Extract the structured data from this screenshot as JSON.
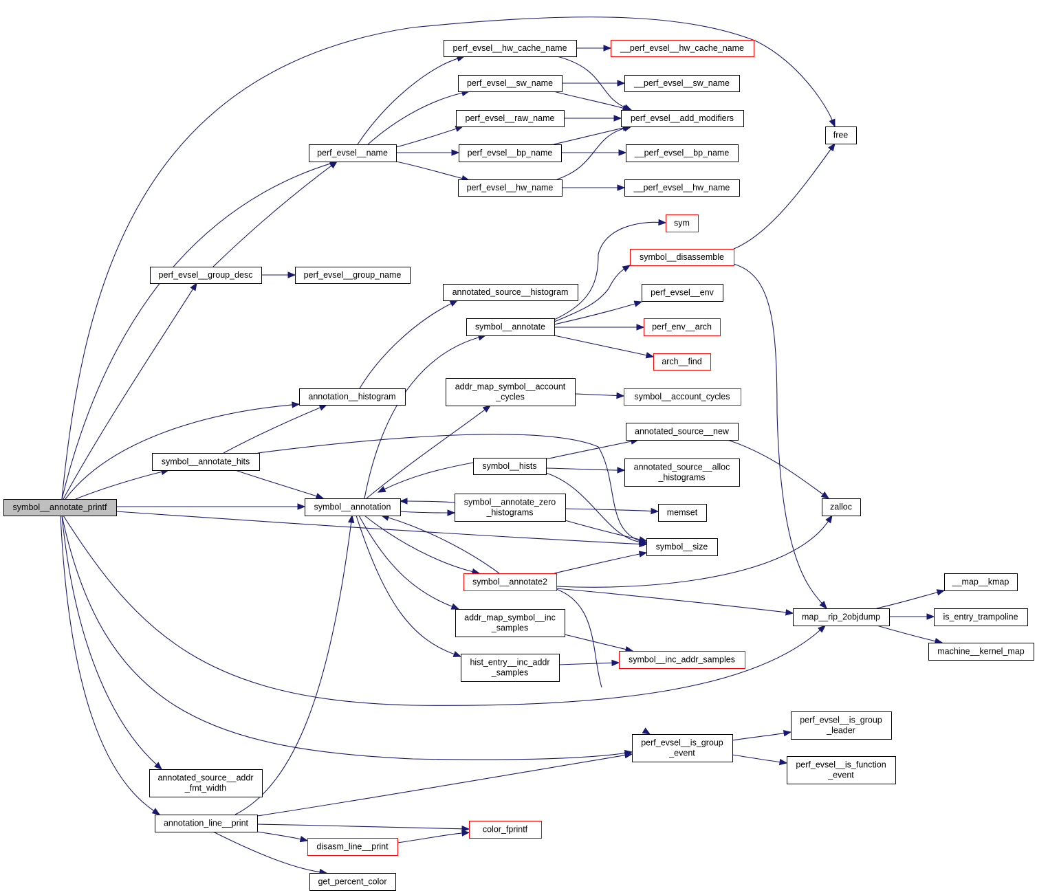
{
  "title": "symbol__annotate_printf call graph",
  "colors": {
    "edge": "#191970",
    "node_border": "#000000",
    "external_border": "#ff0000",
    "root_fill": "#bfbfbf",
    "node_fill": "#ffffff"
  },
  "nodes": [
    {
      "id": "symbol__annotate_printf",
      "lines": [
        "symbol__annotate_printf"
      ],
      "kind": "root"
    },
    {
      "id": "perf_evsel__hw_cache_name",
      "lines": [
        "perf_evsel__hw_cache_name"
      ],
      "kind": "normal"
    },
    {
      "id": "__perf_evsel__hw_cache_name",
      "lines": [
        "__perf_evsel__hw_cache_name"
      ],
      "kind": "external"
    },
    {
      "id": "perf_evsel__sw_name",
      "lines": [
        "perf_evsel__sw_name"
      ],
      "kind": "normal"
    },
    {
      "id": "__perf_evsel__sw_name",
      "lines": [
        "__perf_evsel__sw_name"
      ],
      "kind": "normal"
    },
    {
      "id": "perf_evsel__raw_name",
      "lines": [
        "perf_evsel__raw_name"
      ],
      "kind": "normal"
    },
    {
      "id": "perf_evsel__add_modifiers",
      "lines": [
        "perf_evsel__add_modifiers"
      ],
      "kind": "normal"
    },
    {
      "id": "perf_evsel__name",
      "lines": [
        "perf_evsel__name"
      ],
      "kind": "normal"
    },
    {
      "id": "perf_evsel__bp_name",
      "lines": [
        "perf_evsel__bp_name"
      ],
      "kind": "normal"
    },
    {
      "id": "__perf_evsel__bp_name",
      "lines": [
        "__perf_evsel__bp_name"
      ],
      "kind": "normal"
    },
    {
      "id": "perf_evsel__hw_name",
      "lines": [
        "perf_evsel__hw_name"
      ],
      "kind": "normal"
    },
    {
      "id": "__perf_evsel__hw_name",
      "lines": [
        "__perf_evsel__hw_name"
      ],
      "kind": "normal"
    },
    {
      "id": "free",
      "lines": [
        "free"
      ],
      "kind": "normal"
    },
    {
      "id": "sym",
      "lines": [
        "sym"
      ],
      "kind": "external"
    },
    {
      "id": "symbol__disassemble",
      "lines": [
        "symbol__disassemble"
      ],
      "kind": "external"
    },
    {
      "id": "perf_evsel__group_desc",
      "lines": [
        "perf_evsel__group_desc"
      ],
      "kind": "normal"
    },
    {
      "id": "perf_evsel__group_name",
      "lines": [
        "perf_evsel__group_name"
      ],
      "kind": "normal"
    },
    {
      "id": "annotated_source__histogram",
      "lines": [
        "annotated_source__histogram"
      ],
      "kind": "normal"
    },
    {
      "id": "perf_evsel__env",
      "lines": [
        "perf_evsel__env"
      ],
      "kind": "normal"
    },
    {
      "id": "symbol__annotate",
      "lines": [
        "symbol__annotate"
      ],
      "kind": "normal"
    },
    {
      "id": "perf_env__arch",
      "lines": [
        "perf_env__arch"
      ],
      "kind": "external"
    },
    {
      "id": "arch__find",
      "lines": [
        "arch__find"
      ],
      "kind": "external"
    },
    {
      "id": "addr_map_symbol__account_cycles",
      "lines": [
        "addr_map_symbol__account",
        "_cycles"
      ],
      "kind": "normal"
    },
    {
      "id": "symbol__account_cycles",
      "lines": [
        "symbol__account_cycles"
      ],
      "kind": "external"
    },
    {
      "id": "annotation__histogram",
      "lines": [
        "annotation__histogram"
      ],
      "kind": "normal"
    },
    {
      "id": "annotated_source__new",
      "lines": [
        "annotated_source__new"
      ],
      "kind": "normal"
    },
    {
      "id": "symbol__annotate_hits",
      "lines": [
        "symbol__annotate_hits"
      ],
      "kind": "normal"
    },
    {
      "id": "symbol__hists",
      "lines": [
        "symbol__hists"
      ],
      "kind": "normal"
    },
    {
      "id": "annotated_source__alloc_histograms",
      "lines": [
        "annotated_source__alloc",
        "_histograms"
      ],
      "kind": "normal"
    },
    {
      "id": "zalloc",
      "lines": [
        "zalloc"
      ],
      "kind": "normal"
    },
    {
      "id": "symbol__annotation",
      "lines": [
        "symbol__annotation"
      ],
      "kind": "normal"
    },
    {
      "id": "symbol__annotate_zero_histograms",
      "lines": [
        "symbol__annotate_zero",
        "_histograms"
      ],
      "kind": "normal"
    },
    {
      "id": "memset",
      "lines": [
        "memset"
      ],
      "kind": "normal"
    },
    {
      "id": "symbol__size",
      "lines": [
        "symbol__size"
      ],
      "kind": "normal"
    },
    {
      "id": "symbol__annotate2",
      "lines": [
        "symbol__annotate2"
      ],
      "kind": "external"
    },
    {
      "id": "__map__kmap",
      "lines": [
        "__map__kmap"
      ],
      "kind": "normal"
    },
    {
      "id": "map__rip_2objdump",
      "lines": [
        "map__rip_2objdump"
      ],
      "kind": "normal"
    },
    {
      "id": "is_entry_trampoline",
      "lines": [
        "is_entry_trampoline"
      ],
      "kind": "normal"
    },
    {
      "id": "machine__kernel_map",
      "lines": [
        "machine__kernel_map"
      ],
      "kind": "normal"
    },
    {
      "id": "addr_map_symbol__inc_samples",
      "lines": [
        "addr_map_symbol__inc",
        "_samples"
      ],
      "kind": "normal"
    },
    {
      "id": "hist_entry__inc_addr_samples",
      "lines": [
        "hist_entry__inc_addr",
        "_samples"
      ],
      "kind": "normal"
    },
    {
      "id": "symbol__inc_addr_samples",
      "lines": [
        "symbol__inc_addr_samples"
      ],
      "kind": "external"
    },
    {
      "id": "perf_evsel__is_group_leader",
      "lines": [
        "perf_evsel__is_group",
        "_leader"
      ],
      "kind": "normal"
    },
    {
      "id": "perf_evsel__is_group_event",
      "lines": [
        "perf_evsel__is_group",
        "_event"
      ],
      "kind": "normal"
    },
    {
      "id": "perf_evsel__is_function_event",
      "lines": [
        "perf_evsel__is_function",
        "_event"
      ],
      "kind": "normal"
    },
    {
      "id": "annotated_source__addr_fmt_width",
      "lines": [
        "annotated_source__addr",
        "_fmt_width"
      ],
      "kind": "normal"
    },
    {
      "id": "annotation_line__print",
      "lines": [
        "annotation_line__print"
      ],
      "kind": "normal"
    },
    {
      "id": "color_fprintf",
      "lines": [
        "color_fprintf"
      ],
      "kind": "external"
    },
    {
      "id": "disasm_line__print",
      "lines": [
        "disasm_line__print"
      ],
      "kind": "external"
    },
    {
      "id": "get_percent_color",
      "lines": [
        "get_percent_color"
      ],
      "kind": "normal"
    }
  ],
  "edges": [
    {
      "from": "symbol__annotate_printf",
      "to": "free"
    },
    {
      "from": "symbol__annotate_printf",
      "to": "perf_evsel__name"
    },
    {
      "from": "symbol__annotate_printf",
      "to": "perf_evsel__group_desc"
    },
    {
      "from": "symbol__annotate_printf",
      "to": "annotation__histogram"
    },
    {
      "from": "symbol__annotate_printf",
      "to": "symbol__annotate_hits"
    },
    {
      "from": "symbol__annotate_printf",
      "to": "symbol__annotation"
    },
    {
      "from": "symbol__annotate_printf",
      "to": "symbol__size"
    },
    {
      "from": "symbol__annotate_printf",
      "to": "map__rip_2objdump"
    },
    {
      "from": "symbol__annotate_printf",
      "to": "perf_evsel__is_group_event"
    },
    {
      "from": "symbol__annotate_printf",
      "to": "annotated_source__addr_fmt_width"
    },
    {
      "from": "symbol__annotate_printf",
      "to": "annotation_line__print"
    },
    {
      "from": "perf_evsel__name",
      "to": "perf_evsel__hw_cache_name"
    },
    {
      "from": "perf_evsel__name",
      "to": "perf_evsel__sw_name"
    },
    {
      "from": "perf_evsel__name",
      "to": "perf_evsel__raw_name"
    },
    {
      "from": "perf_evsel__name",
      "to": "perf_evsel__bp_name"
    },
    {
      "from": "perf_evsel__name",
      "to": "perf_evsel__hw_name"
    },
    {
      "from": "perf_evsel__hw_cache_name",
      "to": "__perf_evsel__hw_cache_name"
    },
    {
      "from": "perf_evsel__hw_cache_name",
      "to": "perf_evsel__add_modifiers"
    },
    {
      "from": "perf_evsel__sw_name",
      "to": "__perf_evsel__sw_name"
    },
    {
      "from": "perf_evsel__sw_name",
      "to": "perf_evsel__add_modifiers"
    },
    {
      "from": "perf_evsel__raw_name",
      "to": "perf_evsel__add_modifiers"
    },
    {
      "from": "perf_evsel__bp_name",
      "to": "perf_evsel__add_modifiers"
    },
    {
      "from": "perf_evsel__bp_name",
      "to": "__perf_evsel__bp_name"
    },
    {
      "from": "perf_evsel__hw_name",
      "to": "perf_evsel__add_modifiers"
    },
    {
      "from": "perf_evsel__hw_name",
      "to": "__perf_evsel__hw_name"
    },
    {
      "from": "perf_evsel__group_desc",
      "to": "perf_evsel__name"
    },
    {
      "from": "perf_evsel__group_desc",
      "to": "perf_evsel__group_name"
    },
    {
      "from": "annotation__histogram",
      "to": "annotated_source__histogram"
    },
    {
      "from": "symbol__annotate_hits",
      "to": "annotation__histogram"
    },
    {
      "from": "symbol__annotate_hits",
      "to": "symbol__annotation"
    },
    {
      "from": "symbol__annotate_hits",
      "to": "symbol__size"
    },
    {
      "from": "symbol__annotation",
      "to": "symbol__annotate"
    },
    {
      "from": "symbol__annotation",
      "to": "addr_map_symbol__account_cycles"
    },
    {
      "from": "symbol__annotation",
      "to": "symbol__annotate_zero_histograms"
    },
    {
      "from": "symbol__annotation",
      "to": "symbol__annotate2"
    },
    {
      "from": "symbol__annotation",
      "to": "addr_map_symbol__inc_samples"
    },
    {
      "from": "symbol__annotation",
      "to": "hist_entry__inc_addr_samples"
    },
    {
      "from": "symbol__annotate",
      "to": "sym"
    },
    {
      "from": "symbol__annotate",
      "to": "symbol__disassemble"
    },
    {
      "from": "symbol__annotate",
      "to": "perf_evsel__env"
    },
    {
      "from": "symbol__annotate",
      "to": "perf_env__arch"
    },
    {
      "from": "symbol__annotate",
      "to": "arch__find"
    },
    {
      "from": "symbol__disassemble",
      "to": "free"
    },
    {
      "from": "symbol__disassemble",
      "to": "map__rip_2objdump"
    },
    {
      "from": "addr_map_symbol__account_cycles",
      "to": "symbol__account_cycles"
    },
    {
      "from": "symbol__hists",
      "to": "symbol__annotation"
    },
    {
      "from": "symbol__hists",
      "to": "annotated_source__new"
    },
    {
      "from": "symbol__hists",
      "to": "annotated_source__alloc_histograms"
    },
    {
      "from": "symbol__hists",
      "to": "symbol__size"
    },
    {
      "from": "annotated_source__new",
      "to": "zalloc"
    },
    {
      "from": "symbol__annotate_zero_histograms",
      "to": "symbol__annotation"
    },
    {
      "from": "symbol__annotate_zero_histograms",
      "to": "memset"
    },
    {
      "from": "symbol__annotate_zero_histograms",
      "to": "symbol__size"
    },
    {
      "from": "symbol__annotate2",
      "to": "symbol__annotation"
    },
    {
      "from": "symbol__annotate2",
      "to": "symbol__size"
    },
    {
      "from": "symbol__annotate2",
      "to": "zalloc"
    },
    {
      "from": "symbol__annotate2",
      "to": "map__rip_2objdump"
    },
    {
      "from": "symbol__annotate2",
      "to": "perf_evsel__is_group_event"
    },
    {
      "from": "map__rip_2objdump",
      "to": "__map__kmap"
    },
    {
      "from": "map__rip_2objdump",
      "to": "is_entry_trampoline"
    },
    {
      "from": "map__rip_2objdump",
      "to": "machine__kernel_map"
    },
    {
      "from": "addr_map_symbol__inc_samples",
      "to": "symbol__inc_addr_samples"
    },
    {
      "from": "hist_entry__inc_addr_samples",
      "to": "symbol__inc_addr_samples"
    },
    {
      "from": "perf_evsel__is_group_event",
      "to": "perf_evsel__is_group_leader"
    },
    {
      "from": "perf_evsel__is_group_event",
      "to": "perf_evsel__is_function_event"
    },
    {
      "from": "annotation_line__print",
      "to": "symbol__annotation"
    },
    {
      "from": "annotation_line__print",
      "to": "perf_evsel__is_group_event"
    },
    {
      "from": "annotation_line__print",
      "to": "color_fprintf"
    },
    {
      "from": "annotation_line__print",
      "to": "disasm_line__print"
    },
    {
      "from": "annotation_line__print",
      "to": "get_percent_color"
    },
    {
      "from": "disasm_line__print",
      "to": "color_fprintf"
    }
  ]
}
